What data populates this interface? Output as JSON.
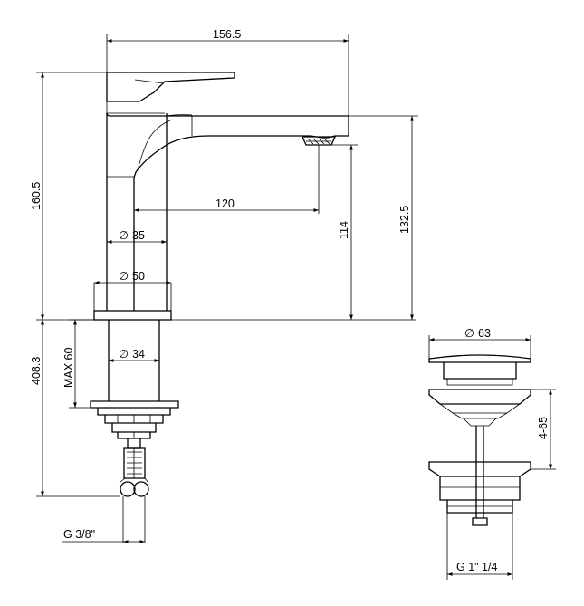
{
  "faucet": {
    "width_label": "156.5",
    "height_label": "160.5",
    "spout_reach_label": "120",
    "spout_height_label": "114",
    "outlet_height_label": "132.5",
    "body_diameter_label": "35",
    "base_diameter_label": "50",
    "shank_diameter_label": "34",
    "max_deck_label": "MAX 60",
    "below_deck_label": "408.3",
    "connection_label": "G 3/8\""
  },
  "drain": {
    "cap_diameter_label": "63",
    "travel_label": "4-65",
    "thread_label": "G 1\" 1/4"
  },
  "symbols": {
    "diameter": "∅"
  }
}
